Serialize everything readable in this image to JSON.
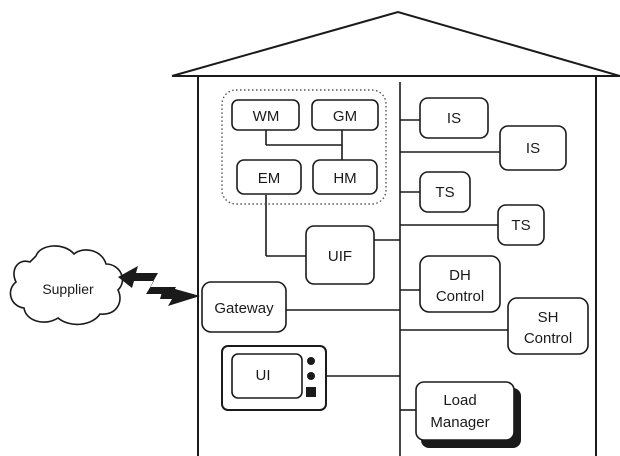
{
  "nodes": {
    "wm": "WM",
    "gm": "GM",
    "em": "EM",
    "hm": "HM",
    "uif": "UIF",
    "is1": "IS",
    "is2": "IS",
    "ts1": "TS",
    "ts2": "TS",
    "dh_line1": "DH",
    "dh_line2": "Control",
    "sh_line1": "SH",
    "sh_line2": "Control",
    "gateway": "Gateway",
    "ui": "UI",
    "lm_line1": "Load",
    "lm_line2": "Manager",
    "supplier": "Supplier"
  },
  "colors": {
    "ink": "#1a1a1a",
    "background": "#ffffff"
  },
  "icons": {
    "link": "zigzag-wireless-link-icon",
    "tv": "television-icon",
    "supplier": "cloud-icon"
  }
}
